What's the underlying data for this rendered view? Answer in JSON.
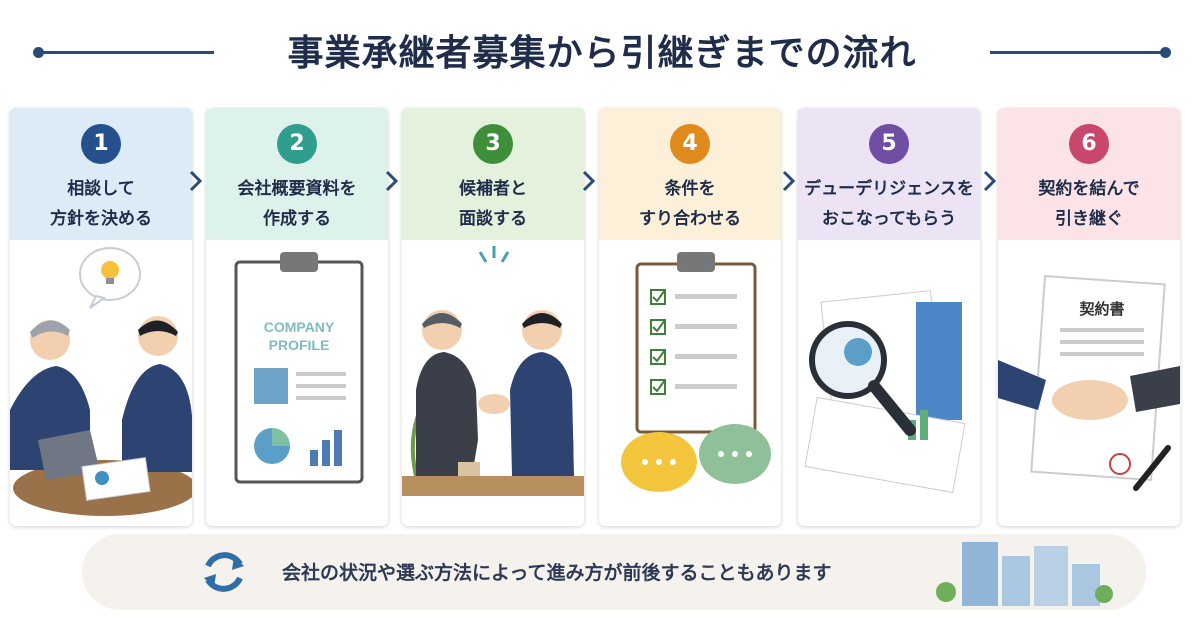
{
  "title": "事業承継者募集から引継ぎまでの流れ",
  "colors": {
    "navy": "#1f2d4a",
    "accent_line": "#2a4a78"
  },
  "steps": [
    {
      "number": "1",
      "line1": "相談して",
      "line2": "方針を決める",
      "color": "#25508c",
      "head_bg": "#dcebf6"
    },
    {
      "number": "2",
      "line1": "会社概要資料を",
      "line2": "作成する",
      "color": "#2f9e8c",
      "head_bg": "#def2ec"
    },
    {
      "number": "3",
      "line1": "候補者と",
      "line2": "面談する",
      "color": "#3f8f3a",
      "head_bg": "#e3f1dd"
    },
    {
      "number": "4",
      "line1": "条件を",
      "line2": "すり合わせる",
      "color": "#e08a1e",
      "head_bg": "#fcf0d8"
    },
    {
      "number": "5",
      "line1": "デューデリジェンスを",
      "line2": "おこなってもらう",
      "color": "#6f4ea3",
      "head_bg": "#ece4f4"
    },
    {
      "number": "6",
      "line1": "契約を結んで",
      "line2": "引き継ぐ",
      "color": "#c9466c",
      "head_bg": "#fbe3e8"
    }
  ],
  "illustrations": {
    "profile_line1": "COMPANY",
    "profile_line2": "PROFILE",
    "contract_title": "契約書"
  },
  "note": {
    "text": "会社の状況や選ぶ方法によって進み方が前後することもあります",
    "icon": "cycle-arrows-icon"
  }
}
